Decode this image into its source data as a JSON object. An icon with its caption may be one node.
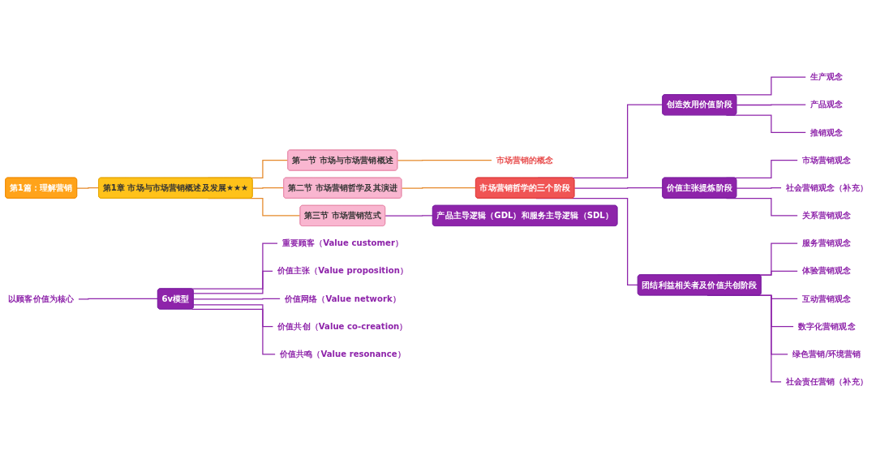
{
  "diagram": {
    "nodes": [
      {
        "text": [
          "第1篇：理解营销"
        ]
      },
      {
        "text": [
          "第1章  市场与市场营销概述及发展★★★"
        ]
      },
      {
        "text": [
          "第一节 市场与市场营销概述"
        ]
      },
      {
        "text": [
          "市场营销的概念"
        ]
      },
      {
        "text": [
          "第二节 市场营销哲学及其演进"
        ]
      },
      {
        "text": [
          "市场营销哲学的三个阶段"
        ]
      },
      {
        "text": [
          "创造效用价值阶段"
        ]
      },
      {
        "text": [
          "生产观念"
        ]
      },
      {
        "text": [
          "产品观念"
        ]
      },
      {
        "text": [
          "推销观念"
        ]
      },
      {
        "text": [
          "价值主张提炼阶段"
        ]
      },
      {
        "text": [
          "市场营销观念"
        ]
      },
      {
        "text": [
          "社会营销观念（补充）"
        ]
      },
      {
        "text": [
          "关系营销观念"
        ]
      },
      {
        "text": [
          "团结利益相关者及价值共创阶段"
        ]
      },
      {
        "text": [
          "服务营销观念"
        ]
      },
      {
        "text": [
          "体验营销观念"
        ]
      },
      {
        "text": [
          "互动营销观念"
        ]
      },
      {
        "text": [
          "数字化营销观念"
        ]
      },
      {
        "text": [
          "绿色营销/环境营销"
        ]
      },
      {
        "text": [
          "社会责任营销（补充）"
        ]
      },
      {
        "text": [
          "第三节 市场营销范式"
        ]
      },
      {
        "text": [
          "产品主导逻辑（GDL）和服务主导逻辑（SDL）"
        ]
      },
      {
        "text": [
          "以顾客价值为核心"
        ]
      },
      {
        "text": [
          "6v模型"
        ]
      },
      {
        "text": [
          "重要顾客（Value customer）"
        ]
      },
      {
        "text": [
          "价值主张（Value proposition）"
        ]
      },
      {
        "text": [
          "价值网络（Value network）"
        ]
      },
      {
        "text": [
          "价值共创（Value co-creation）"
        ]
      },
      {
        "text": [
          "价值共鸣（Value resonance）"
        ]
      }
    ],
    "edges": [
      {
        "from": 0,
        "to": 1,
        "arrow": "none",
        "color": "#e5892a"
      },
      {
        "from": 1,
        "to": 2,
        "arrow": "none",
        "color": "#e5892a"
      },
      {
        "from": 2,
        "to": 3,
        "arrow": "none",
        "color": "#e5892a"
      },
      {
        "from": 1,
        "to": 4,
        "arrow": "none",
        "color": "#e5892a"
      },
      {
        "from": 4,
        "to": 5,
        "arrow": "none",
        "color": "#e5892a"
      },
      {
        "from": 5,
        "to": 6,
        "arrow": "none"
      },
      {
        "from": 6,
        "to": 7,
        "arrow": "none"
      },
      {
        "from": 6,
        "to": 8,
        "arrow": "none"
      },
      {
        "from": 6,
        "to": 9,
        "arrow": "none"
      },
      {
        "from": 5,
        "to": 10,
        "arrow": "none"
      },
      {
        "from": 10,
        "to": 11,
        "arrow": "none"
      },
      {
        "from": 10,
        "to": 12,
        "arrow": "none"
      },
      {
        "from": 10,
        "to": 13,
        "arrow": "none"
      },
      {
        "from": 5,
        "to": 14,
        "arrow": "none"
      },
      {
        "from": 14,
        "to": 15,
        "arrow": "none"
      },
      {
        "from": 14,
        "to": 16,
        "arrow": "none"
      },
      {
        "from": 14,
        "to": 17,
        "arrow": "none"
      },
      {
        "from": 14,
        "to": 18,
        "arrow": "none"
      },
      {
        "from": 14,
        "to": 19,
        "arrow": "none"
      },
      {
        "from": 14,
        "to": 20,
        "arrow": "none"
      },
      {
        "from": 1,
        "to": 21,
        "arrow": "none",
        "color": "#e5892a"
      },
      {
        "from": 21,
        "to": 22,
        "arrow": "none"
      },
      {
        "from": 23,
        "to": 24,
        "arrow": "none"
      },
      {
        "from": 24,
        "to": 25,
        "arrow": "none"
      },
      {
        "from": 24,
        "to": 26,
        "arrow": "none"
      },
      {
        "from": 24,
        "to": 27,
        "arrow": "none"
      },
      {
        "from": 24,
        "to": 28,
        "arrow": "none"
      },
      {
        "from": 24,
        "to": 29,
        "arrow": "none"
      }
    ]
  }
}
